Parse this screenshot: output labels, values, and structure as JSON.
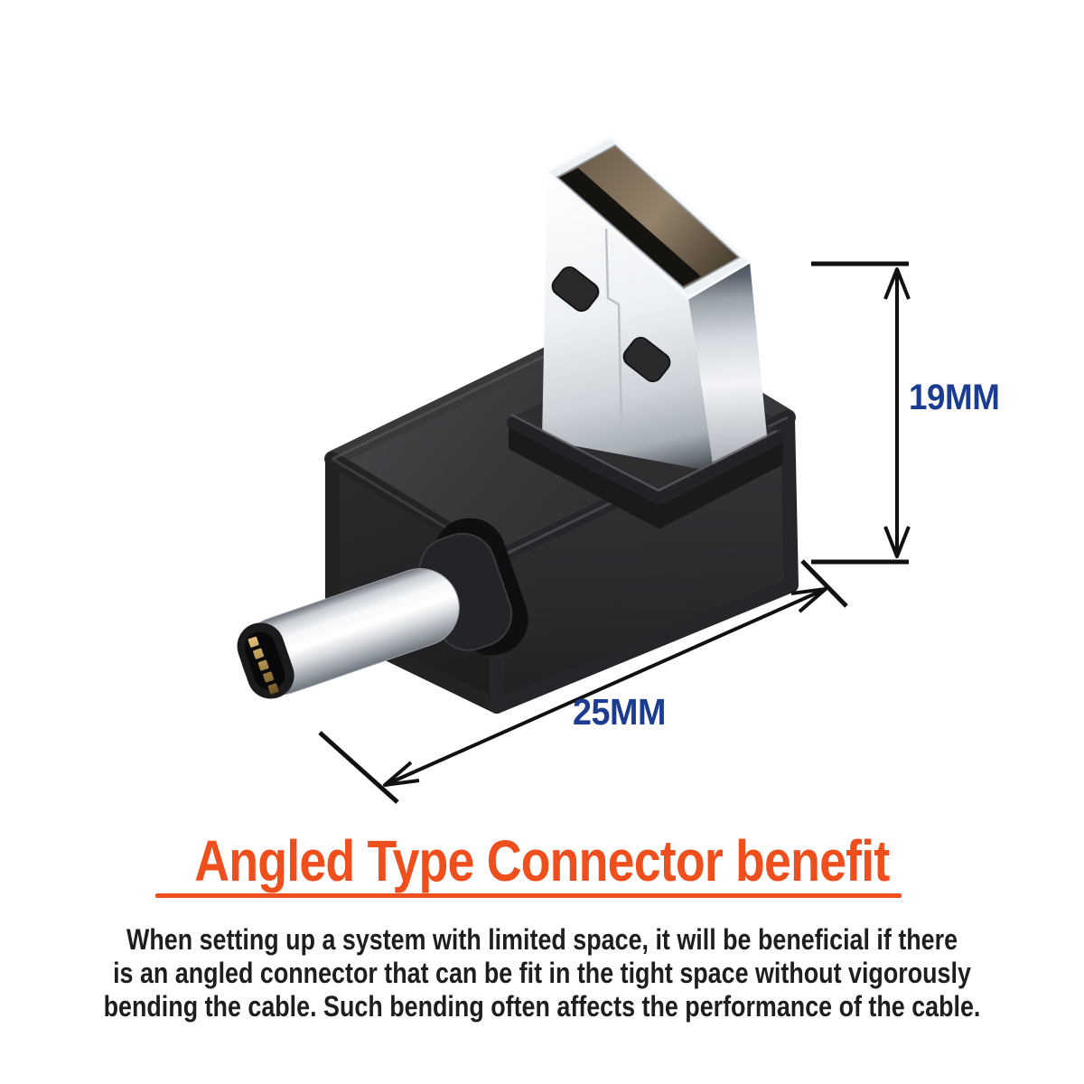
{
  "annotations": {
    "height_label": "19MM",
    "length_label": "25MM"
  },
  "heading": {
    "text": "Angled Type Connector benefit"
  },
  "paragraph": {
    "lines": [
      "When setting up a system with limited space, it will be beneficial if there",
      "is an angled connector that can be fit in the tight space without vigorously",
      "bending the cable. Such bending often affects the performance of the cable."
    ]
  },
  "colors": {
    "dimension_label_blue": "#1c3d8f",
    "heading_orange": "#ef4f1d",
    "body_text": "#1e1e20",
    "dimension_line": "#111111"
  }
}
